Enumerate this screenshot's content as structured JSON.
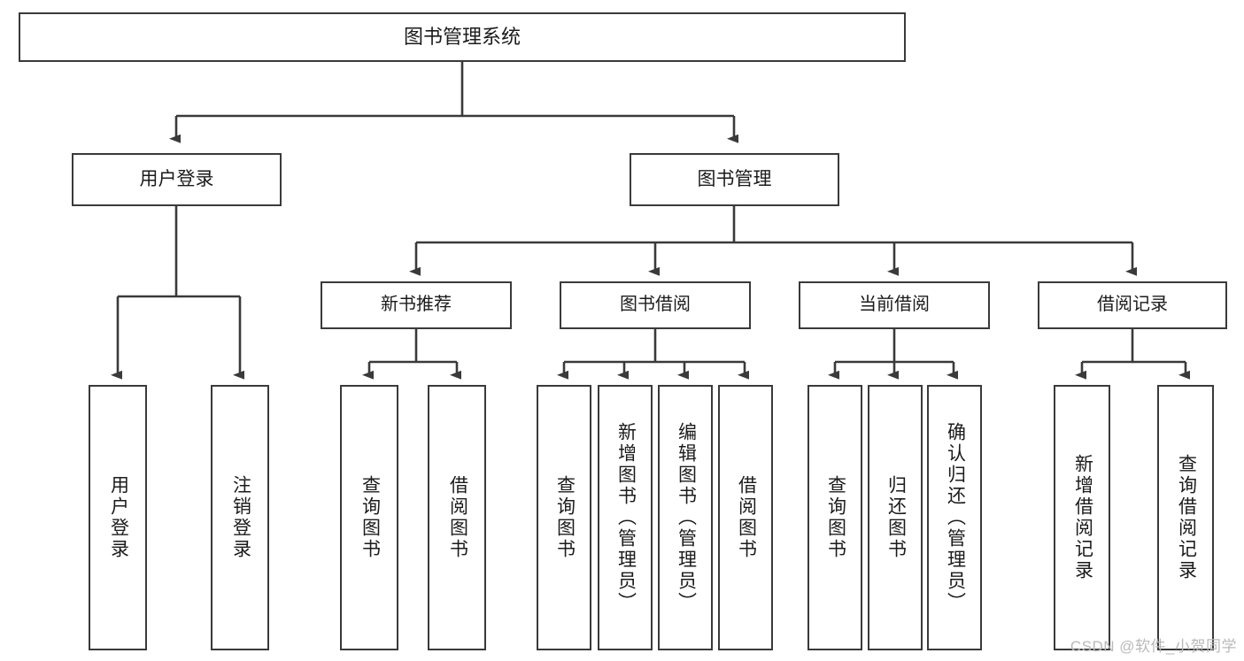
{
  "diagram": {
    "title": "图书管理系统",
    "root": {
      "id": "root",
      "label": "图书管理系统"
    },
    "level1": [
      {
        "id": "user-login",
        "label": "用户登录"
      },
      {
        "id": "book-management",
        "label": "图书管理"
      }
    ],
    "level2": [
      {
        "id": "new-book-recommend",
        "label": "新书推荐"
      },
      {
        "id": "book-borrow",
        "label": "图书借阅"
      },
      {
        "id": "current-borrow",
        "label": "当前借阅"
      },
      {
        "id": "borrow-record",
        "label": "借阅记录"
      }
    ],
    "leaves": {
      "user_login": [
        {
          "id": "leaf-user-login",
          "label": "用户登录"
        },
        {
          "id": "leaf-user-logout",
          "label": "注销登录"
        }
      ],
      "new_book_recommend": [
        {
          "id": "leaf-query-book-1",
          "label": "查询图书"
        },
        {
          "id": "leaf-borrow-book-1",
          "label": "借阅图书"
        }
      ],
      "book_borrow": [
        {
          "id": "leaf-query-book-2",
          "label": "查询图书"
        },
        {
          "id": "leaf-add-book",
          "label": "新增图书（管理员）"
        },
        {
          "id": "leaf-edit-book",
          "label": "编辑图书（管理员）"
        },
        {
          "id": "leaf-borrow-book-2",
          "label": "借阅图书"
        }
      ],
      "current_borrow": [
        {
          "id": "leaf-query-book-3",
          "label": "查询图书"
        },
        {
          "id": "leaf-return-book",
          "label": "归还图书"
        },
        {
          "id": "leaf-confirm-return",
          "label": "确认归还（管理员）"
        }
      ],
      "borrow_record": [
        {
          "id": "leaf-add-record",
          "label": "新增借阅记录"
        },
        {
          "id": "leaf-query-record",
          "label": "查询借阅记录"
        }
      ]
    },
    "watermark": "CSDN @软件_小贺同学",
    "colors": {
      "stroke": "#3a3a3a",
      "background": "#ffffff",
      "text": "#1b1b1b",
      "watermark": "#b9b9b9"
    }
  }
}
